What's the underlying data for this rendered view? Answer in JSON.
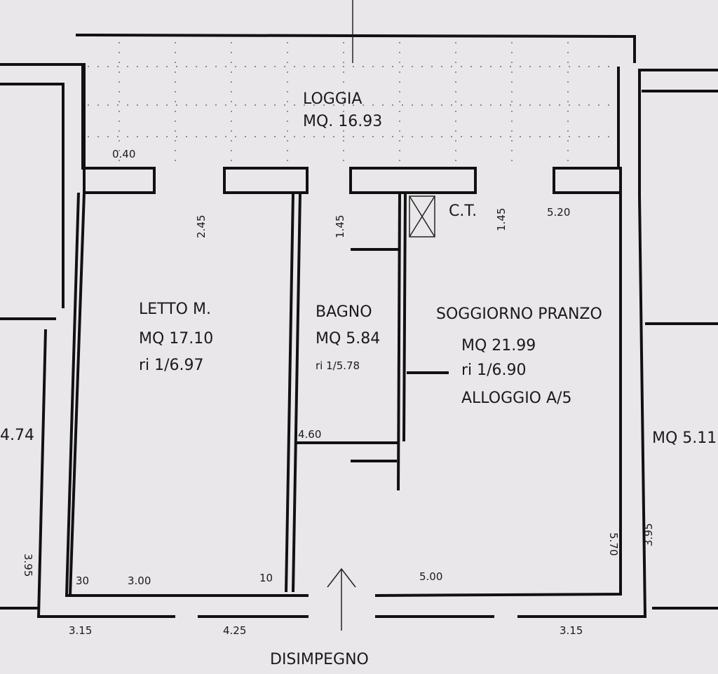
{
  "loggia": {
    "name": "LOGGIA",
    "area": "MQ. 16.93"
  },
  "bedroom": {
    "name": "LETTO M.",
    "area": "MQ 17.10",
    "ratio": "ri 1/6.97"
  },
  "bathroom": {
    "name": "BAGNO",
    "area": "MQ 5.84",
    "ratio": "ri 1/5.78"
  },
  "living": {
    "name": "SOGGIORNO PRANZO",
    "area": "MQ 21.99",
    "ratio": "ri 1/6.90",
    "unit": "ALLOGGIO A/5"
  },
  "hall": {
    "name": "DISIMPEGNO"
  },
  "ct": "C.T.",
  "left_room_area": "4.74",
  "right_room_area": "MQ 5.11",
  "dimensions": {
    "bed_width": "3.00",
    "living_width": "5.00",
    "left_bottom": "3.15",
    "mid_bottom": "4.25",
    "right_bottom": "3.15",
    "living_height": "5.70",
    "left_height": "3.95",
    "right_height": "3.95",
    "loggia_left": "0.40",
    "win_living": "1.45",
    "win_living2": "5.20",
    "win_bed": "2.45",
    "win_bath": "1.45",
    "door_bath": "4.60",
    "thick": "10",
    "d30": "30"
  }
}
